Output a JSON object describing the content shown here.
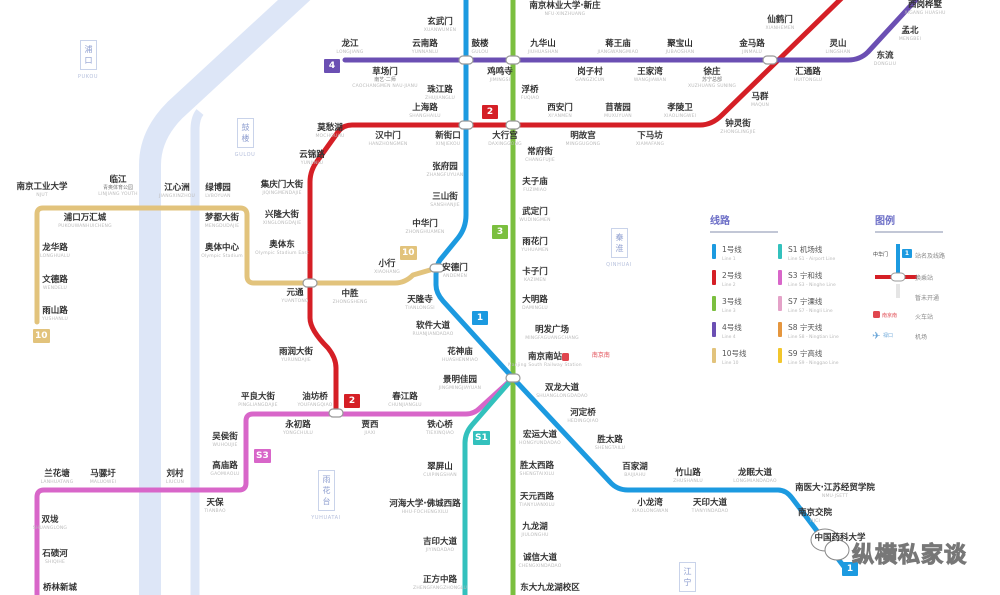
{
  "colors": {
    "line1": "#1c9ae0",
    "line2": "#d51f26",
    "line3": "#7bbf3f",
    "line4": "#6b4fb3",
    "line10": "#e2c37c",
    "s1": "#33c1bd",
    "s3": "#d866c9",
    "s7": "#e4a2c8",
    "s8": "#e5963e",
    "s9": "#f2c62c",
    "river": "#dde6f7",
    "railway": "#e0464e"
  },
  "districts": [
    {
      "name": "浦口",
      "py": "PUKOU"
    },
    {
      "name": "鼓楼",
      "py": "GULOU"
    },
    {
      "name": "秦淮",
      "py": "QINHUAI"
    },
    {
      "name": "雨花台",
      "py": "YUHUATAI"
    },
    {
      "name": "江宁",
      "py": ""
    }
  ],
  "badges": [
    "4",
    "2",
    "3",
    "10",
    "1",
    "2",
    "S3",
    "S1",
    "10",
    "1"
  ],
  "stations": [
    {
      "cn": "玄武门",
      "py": "XUANWUMEN"
    },
    {
      "cn": "南京林业大学·新庄",
      "py": "NFU·XINZHUANG"
    },
    {
      "cn": "龙江",
      "py": "LONGJIANG"
    },
    {
      "cn": "云南路",
      "py": "YUNNANLU"
    },
    {
      "cn": "鼓楼",
      "py": "GULOU"
    },
    {
      "cn": "九华山",
      "py": "JIUHUASHAN"
    },
    {
      "cn": "蒋王庙",
      "py": "JIANGWANGMIAO"
    },
    {
      "cn": "聚宝山",
      "py": "JUBAOSHAN"
    },
    {
      "cn": "金马路",
      "py": "JINMALU"
    },
    {
      "cn": "灵山",
      "py": "LINGSHAN"
    },
    {
      "cn": "仙鹤门",
      "py": "XIANHEMEN"
    },
    {
      "cn": "西岗桦墅",
      "py": "XIGANG HUASHU"
    },
    {
      "cn": "孟北",
      "py": "MENGBEI"
    },
    {
      "cn": "东流",
      "py": "DONGLIU"
    },
    {
      "cn": "草场门",
      "sub": "南艺·二师",
      "py": "CAOCHANGMEN NAU·JIANU"
    },
    {
      "cn": "鸡鸣寺",
      "py": "JIMINGSI"
    },
    {
      "cn": "岗子村",
      "py": "GANGZICUN"
    },
    {
      "cn": "王家湾",
      "py": "WANGJIAWAN"
    },
    {
      "cn": "徐庄",
      "sub": "苏宁总部",
      "py": "XUZHUANG SUNING"
    },
    {
      "cn": "汇通路",
      "py": "HUITONGLU"
    },
    {
      "cn": "珠江路",
      "py": "ZHUJIANGLU"
    },
    {
      "cn": "浮桥",
      "py": "FUQIAO"
    },
    {
      "cn": "马群",
      "py": "MAQUN"
    },
    {
      "cn": "上海路",
      "py": "SHANGHAILU"
    },
    {
      "cn": "西安门",
      "py": "XI'ANMEN"
    },
    {
      "cn": "苜蓿园",
      "py": "MUXUYUAN"
    },
    {
      "cn": "孝陵卫",
      "py": "XIAOLINGWEI"
    },
    {
      "cn": "钟灵街",
      "py": "ZHONGLINGJIE"
    },
    {
      "cn": "莫愁湖",
      "py": "MOCHOUHU"
    },
    {
      "cn": "汉中门",
      "py": "HANZHONGMEN"
    },
    {
      "cn": "新街口",
      "py": "XINJIEKOU"
    },
    {
      "cn": "大行宫",
      "py": "DAXINGGONG"
    },
    {
      "cn": "明故宫",
      "py": "MINGGUGONG"
    },
    {
      "cn": "下马坊",
      "py": "XIAMAFANG"
    },
    {
      "cn": "云锦路",
      "py": "YUNJINLU"
    },
    {
      "cn": "常府街",
      "py": "CHANGFUJIE"
    },
    {
      "cn": "张府园",
      "py": "ZHANGFUYUAN"
    },
    {
      "cn": "夫子庙",
      "py": "FUZIMIAO"
    },
    {
      "cn": "集庆门大街",
      "py": "JIQINGMENDAJIE"
    },
    {
      "cn": "三山街",
      "py": "SANSHANJIE"
    },
    {
      "cn": "武定门",
      "py": "WUDINGMEN"
    },
    {
      "cn": "兴隆大街",
      "py": "XINGLONGDAJIE"
    },
    {
      "cn": "中华门",
      "py": "ZHONGHUAMEN"
    },
    {
      "cn": "雨花门",
      "py": "YUHUAMEN"
    },
    {
      "cn": "奥体东",
      "py": "Olympic Stadium East"
    },
    {
      "cn": "小行",
      "py": "XIAOHANG"
    },
    {
      "cn": "安德门",
      "py": "ANDEMEN"
    },
    {
      "cn": "卡子门",
      "py": "KAZIMEN"
    },
    {
      "cn": "元通",
      "py": "YUANTONG"
    },
    {
      "cn": "中胜",
      "py": "ZHONGSHENG"
    },
    {
      "cn": "天隆寺",
      "py": "TIANLONGSI"
    },
    {
      "cn": "大明路",
      "py": "DAMINGLU"
    },
    {
      "cn": "软件大道",
      "py": "RUANJIANDADAO"
    },
    {
      "cn": "明发广场",
      "py": "MINGFAGUANGCHANG"
    },
    {
      "cn": "花神庙",
      "py": "HUASHENMIAO"
    },
    {
      "cn": "南京南站",
      "py": "Nanjing South Railway Station",
      "tag": "南京南"
    },
    {
      "cn": "雨润大街",
      "py": "YURUNDAJIE"
    },
    {
      "cn": "景明佳园",
      "py": "JINGMINGJIAYUAN"
    },
    {
      "cn": "双龙大道",
      "py": "SHUANGLONGDADAO"
    },
    {
      "cn": "河定桥",
      "py": "HEDINGQIAO"
    },
    {
      "cn": "胜太路",
      "py": "SHENGTAILU"
    },
    {
      "cn": "百家湖",
      "py": "BAIJIAHU"
    },
    {
      "cn": "竹山路",
      "py": "ZHUSHANLU"
    },
    {
      "cn": "龙眠大道",
      "py": "LONGMIANDADAO"
    },
    {
      "cn": "小龙湾",
      "py": "XIAOLONGWAN"
    },
    {
      "cn": "天印大道",
      "py": "TIANYINDADAO"
    },
    {
      "cn": "南医大·江苏经贸学院",
      "py": "NMU·JSETT"
    },
    {
      "cn": "南京交院",
      "py": "NJCI"
    },
    {
      "cn": "中国药科大学",
      "py": ""
    },
    {
      "cn": "宏运大道",
      "py": "HONGYUNDADAO"
    },
    {
      "cn": "胜太西路",
      "py": "SHENGTAIXILU"
    },
    {
      "cn": "天元西路",
      "py": "TIANYUANXILU"
    },
    {
      "cn": "九龙湖",
      "py": "JIULONGHU"
    },
    {
      "cn": "诚信大道",
      "py": "CHENGXINDADAO"
    },
    {
      "cn": "东大九龙湖校区",
      "py": ""
    },
    {
      "cn": "平良大街",
      "py": "PINGLIANGDAJIE"
    },
    {
      "cn": "油坊桥",
      "py": "YOUFANGQIAO"
    },
    {
      "cn": "春江路",
      "py": "CHUNJIANGLU"
    },
    {
      "cn": "永初路",
      "py": "YONGCHULU"
    },
    {
      "cn": "贾西",
      "py": "JIAXI"
    },
    {
      "cn": "铁心桥",
      "py": "TIEXINQIAO"
    },
    {
      "cn": "吴侯街",
      "py": "WUHOUJIE"
    },
    {
      "cn": "高庙路",
      "py": "GAOMIAOLU"
    },
    {
      "cn": "天保",
      "py": "TIANBAO"
    },
    {
      "cn": "兰花塘",
      "py": "LANHUATANG"
    },
    {
      "cn": "马骡圩",
      "py": "MALUOWEI"
    },
    {
      "cn": "刘村",
      "py": "LIUCUN"
    },
    {
      "cn": "双垅",
      "py": "SHUANGLONG"
    },
    {
      "cn": "石碛河",
      "py": "SHIQIHE"
    },
    {
      "cn": "桥林新城",
      "py": ""
    },
    {
      "cn": "翠屏山",
      "py": "CUIPINGSHAN"
    },
    {
      "cn": "河海大学·佛城西路",
      "py": "HHU·FOCHENGXILU"
    },
    {
      "cn": "吉印大道",
      "py": "JIYINDADAO"
    },
    {
      "cn": "正方中路",
      "py": "ZHENGFANGZHONGLU"
    },
    {
      "cn": "南京工业大学",
      "py": "NJUT"
    },
    {
      "cn": "临江",
      "sub": "青奥体育公园",
      "py": "LINJIANG YOUTH"
    },
    {
      "cn": "江心洲",
      "py": "JIANGXINZHOU"
    },
    {
      "cn": "绿博园",
      "py": "LVBOYUAN"
    },
    {
      "cn": "浦口万汇城",
      "py": "PUKOUWANHUICHENG"
    },
    {
      "cn": "梦都大街",
      "py": "MENGDUDAJIE"
    },
    {
      "cn": "龙华路",
      "py": "LONGHUALU"
    },
    {
      "cn": "奥体中心",
      "py": "Olympic Stadium"
    },
    {
      "cn": "文德路",
      "py": "WENDELU"
    },
    {
      "cn": "雨山路",
      "py": "YUSHANLU"
    }
  ],
  "legend": {
    "lines_title": "线路",
    "lines": [
      {
        "cn": "1号线",
        "en": "Line 1",
        "color": "#1c9ae0"
      },
      {
        "cn": "2号线",
        "en": "Line 2",
        "color": "#d51f26"
      },
      {
        "cn": "3号线",
        "en": "Line 3",
        "color": "#7bbf3f"
      },
      {
        "cn": "4号线",
        "en": "Line 4",
        "color": "#6b4fb3"
      },
      {
        "cn": "10号线",
        "en": "Line 10",
        "color": "#e2c37c"
      },
      {
        "cn": "S1 机场线",
        "en": "Line S1 - Airport Line",
        "color": "#33c1bd"
      },
      {
        "cn": "S3 宁和线",
        "en": "Line S3 - Ninghe Line",
        "color": "#d866c9"
      },
      {
        "cn": "S7 宁溧线",
        "en": "Line S7 - Ningli Line",
        "color": "#e4a2c8"
      },
      {
        "cn": "S8 宁天线",
        "en": "Line S8 - Ningtian Line",
        "color": "#e5963e"
      },
      {
        "cn": "S9 宁高线",
        "en": "Line S9 - Ninggao Line",
        "color": "#f2c62c"
      }
    ],
    "key_title": "图例",
    "key": {
      "sample_station": "中华门",
      "sample_badge": "1",
      "station_and_line": "站名及线路",
      "interchange": "换乘站",
      "not_open": "暂未开通",
      "railway_sample": "南京南",
      "railway": "火车站",
      "airport_sample": "禄口",
      "airport": "机场"
    }
  },
  "watermark": "纵横私家谈"
}
